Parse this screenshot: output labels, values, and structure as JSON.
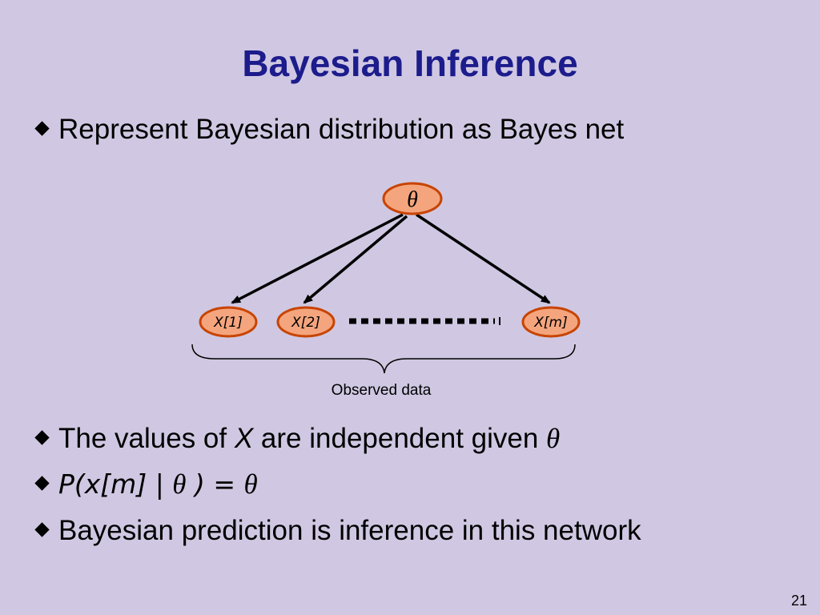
{
  "slide": {
    "title": "Bayesian Inference",
    "page_number": "21"
  },
  "bullets": {
    "b1": "Represent Bayesian distribution as Bayes net",
    "b2_prefix": "The values of ",
    "b2_var": "X",
    "b2_middle": " are independent given ",
    "b2_theta": "θ",
    "b3_left": "P(x[m] | ",
    "b3_theta1": "θ",
    "b3_middle": " ) = ",
    "b3_theta2": "θ",
    "b4": "Bayesian prediction is inference in this network"
  },
  "diagram": {
    "root_label": "θ",
    "nodes": [
      "X[1]",
      "X[2]",
      "X[m]"
    ],
    "brace_label": "Observed data",
    "colors": {
      "node_fill": "#f4a57e",
      "node_stroke": "#c84400"
    }
  }
}
